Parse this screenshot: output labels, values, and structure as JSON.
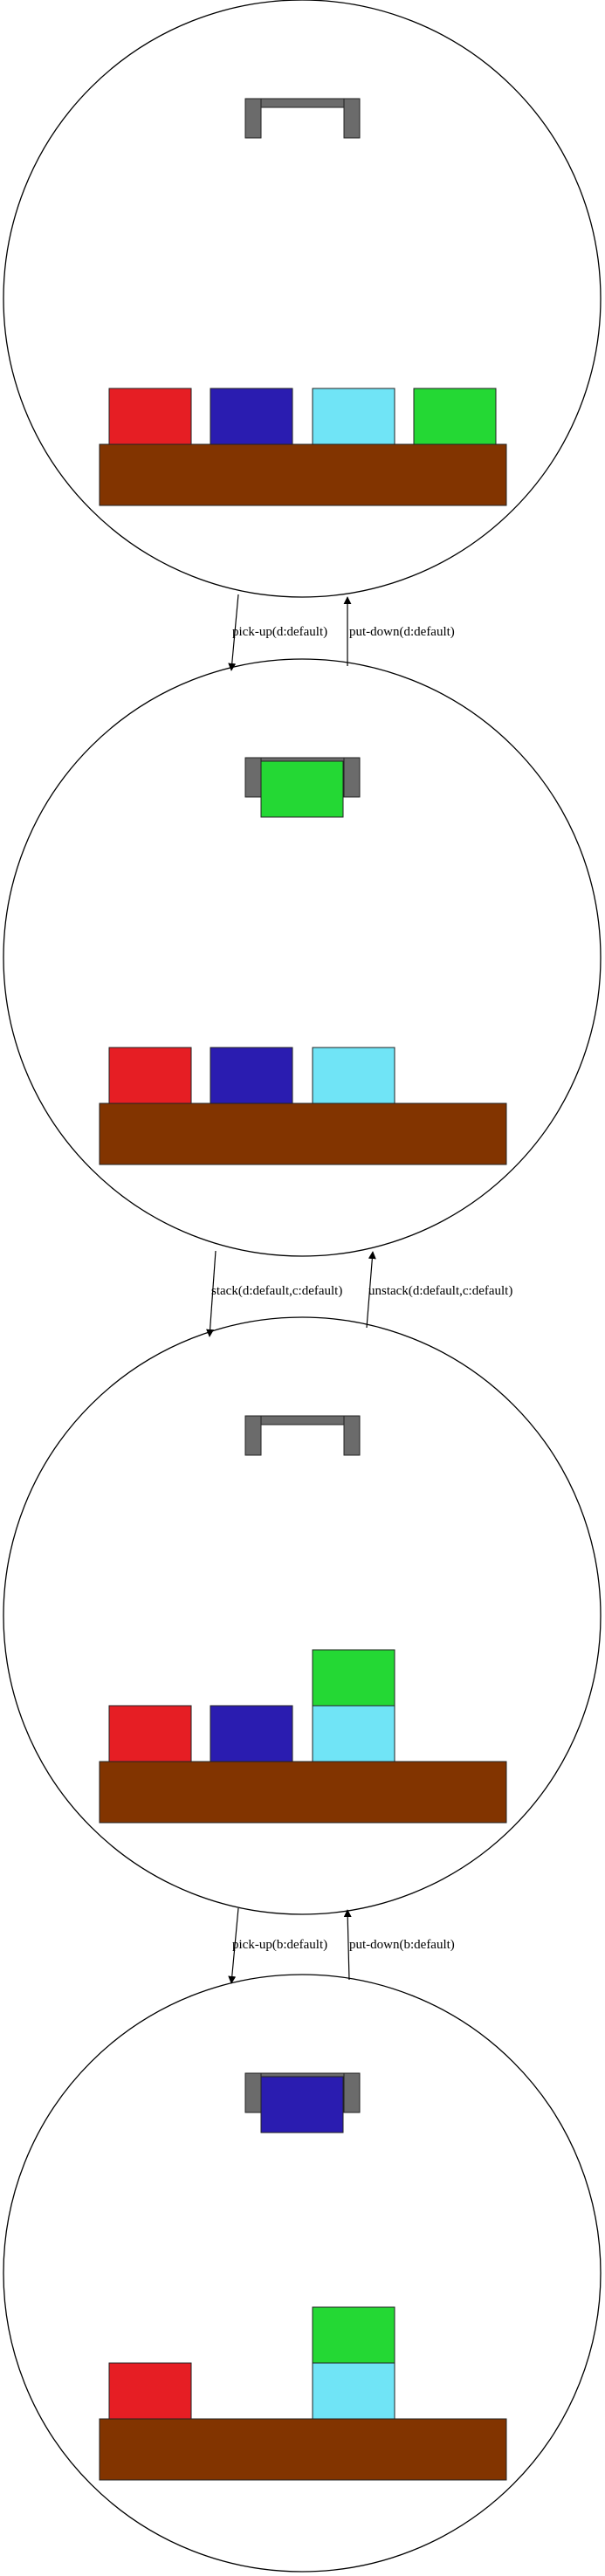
{
  "colors": {
    "red": "#e61e24",
    "blue": "#2a1cb0",
    "cyan": "#70e4f6",
    "green": "#24d834",
    "table": "#823400",
    "gripper": "#6b6b6b",
    "outline": "#000000"
  },
  "states": [
    {
      "name": "state-1",
      "holding": null,
      "stacks": [
        [
          "red"
        ],
        [
          "blue"
        ],
        [
          "cyan"
        ],
        [
          "green"
        ]
      ]
    },
    {
      "name": "state-2",
      "holding": "green",
      "stacks": [
        [
          "red"
        ],
        [
          "blue"
        ],
        [
          "cyan"
        ],
        []
      ]
    },
    {
      "name": "state-3",
      "holding": null,
      "stacks": [
        [
          "red"
        ],
        [
          "blue"
        ],
        [
          "cyan",
          "green"
        ],
        []
      ]
    },
    {
      "name": "state-4",
      "holding": "blue",
      "stacks": [
        [
          "red"
        ],
        [],
        [
          "cyan",
          "green"
        ],
        []
      ]
    }
  ],
  "transitions": [
    {
      "forward_label": "pick-up(d:default)",
      "backward_label": "put-down(d:default)"
    },
    {
      "forward_label": "stack(d:default,c:default)",
      "backward_label": "unstack(d:default,c:default)"
    },
    {
      "forward_label": "pick-up(b:default)",
      "backward_label": "put-down(b:default)"
    }
  ]
}
